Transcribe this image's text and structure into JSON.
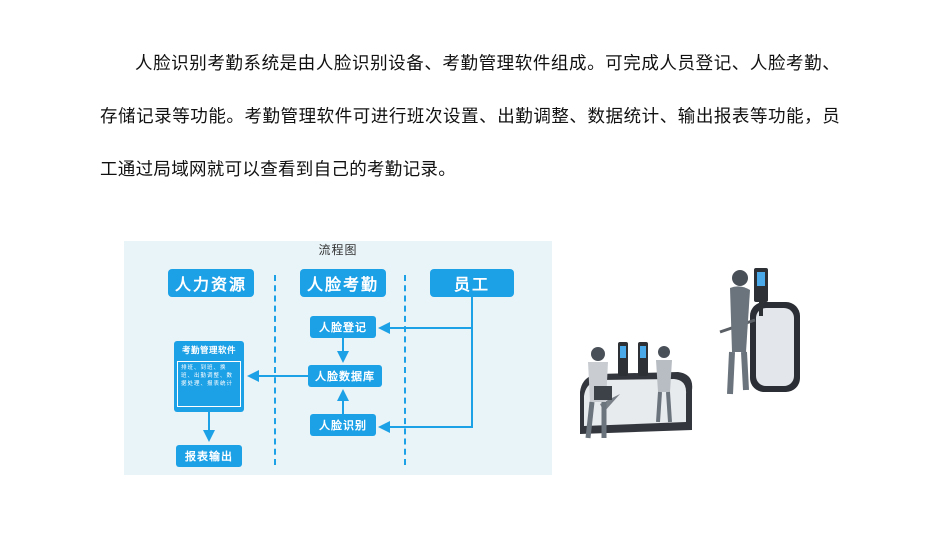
{
  "intro_text": "人脸识别考勤系统是由人脸识别设备、考勤管理软件组成。可完成人员登记、人脸考勤、存储记录等功能。考勤管理软件可进行班次设置、出勤调整、数据统计、输出报表等功能，员工通过局域网就可以查看到自己的考勤记录。",
  "flowchart": {
    "title": "流程图",
    "columns": {
      "hr": "人力资源",
      "face": "人脸考勤",
      "staff": "员工"
    },
    "steps": {
      "register": "人脸登记",
      "database": "人脸数据库",
      "recognize": "人脸识别"
    },
    "software": {
      "title": "考勤管理软件",
      "desc": "排班、到班、换班、出勤调整、数据处理、报表统计"
    },
    "output": "报表输出"
  },
  "colors": {
    "accent": "#1ca0e6",
    "panel_bg": "#e9f4f8"
  }
}
